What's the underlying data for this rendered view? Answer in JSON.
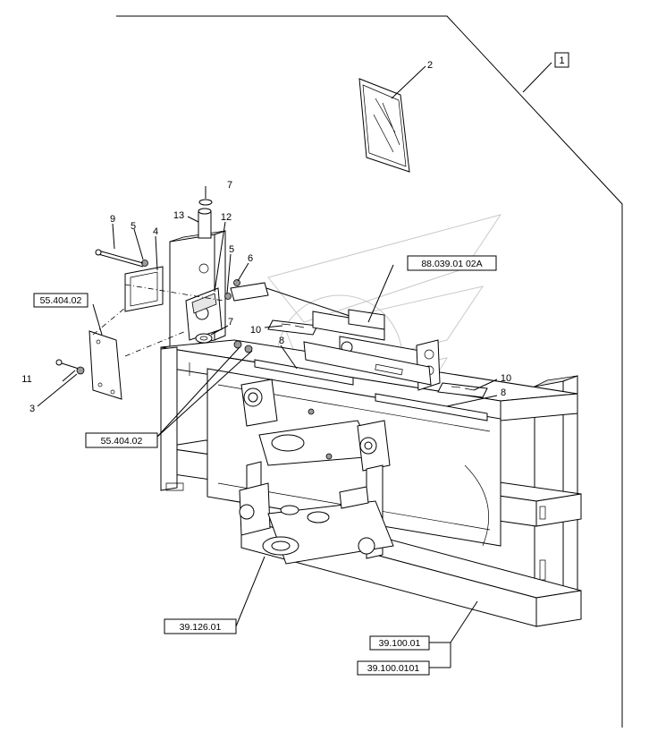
{
  "callouts": [
    {
      "id": "c1",
      "text": "1",
      "boxed": true
    },
    {
      "id": "c2",
      "text": "2"
    },
    {
      "id": "c3",
      "text": "3"
    },
    {
      "id": "c4",
      "text": "4"
    },
    {
      "id": "c5a",
      "text": "5"
    },
    {
      "id": "c5b",
      "text": "5"
    },
    {
      "id": "c6",
      "text": "6"
    },
    {
      "id": "c7a",
      "text": "7"
    },
    {
      "id": "c7b",
      "text": "7"
    },
    {
      "id": "c8a",
      "text": "8"
    },
    {
      "id": "c8b",
      "text": "8"
    },
    {
      "id": "c9",
      "text": "9"
    },
    {
      "id": "c10a",
      "text": "10"
    },
    {
      "id": "c10b",
      "text": "10"
    },
    {
      "id": "c11",
      "text": "11"
    },
    {
      "id": "c12",
      "text": "12"
    },
    {
      "id": "c13",
      "text": "13"
    },
    {
      "id": "r1",
      "text": "88.039.01 02A",
      "boxed": true
    },
    {
      "id": "r2",
      "text": "55.404.02",
      "boxed": true
    },
    {
      "id": "r3",
      "text": "55.404.02",
      "boxed": true
    },
    {
      "id": "r4",
      "text": "39.126.01",
      "boxed": true
    },
    {
      "id": "r5",
      "text": "39.100.01",
      "boxed": true
    },
    {
      "id": "r6",
      "text": "39.100.0101",
      "boxed": true
    }
  ]
}
